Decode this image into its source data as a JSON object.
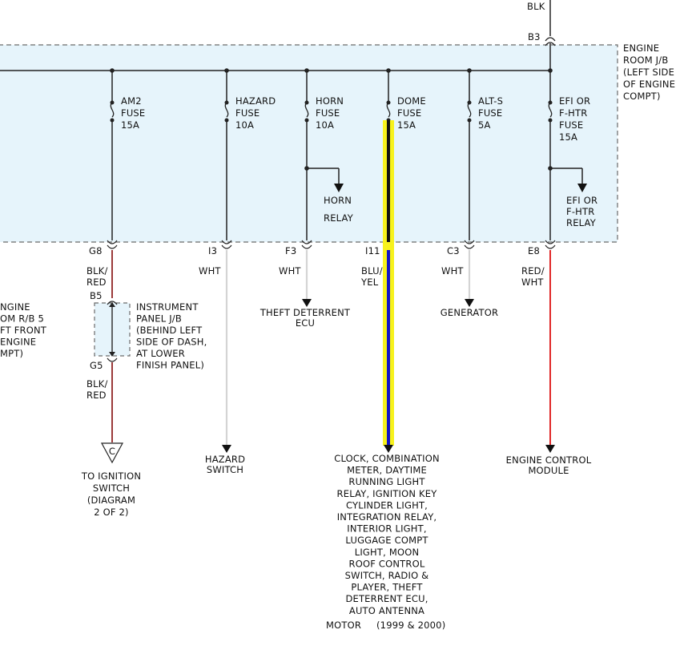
{
  "feed": {
    "wire_color": "BLK",
    "connector": "B3"
  },
  "junction_block": {
    "label_lines": [
      "ENGINE",
      "ROOM J/B",
      "(LEFT SIDE",
      "OF ENGINE",
      "COMPT)"
    ]
  },
  "fuses": [
    {
      "lines": [
        "AM2",
        "FUSE",
        "15A"
      ]
    },
    {
      "lines": [
        "HAZARD",
        "FUSE",
        "10A"
      ]
    },
    {
      "lines": [
        "HORN",
        "FUSE",
        "10A"
      ]
    },
    {
      "lines": [
        "DOME",
        "FUSE",
        "15A"
      ]
    },
    {
      "lines": [
        "ALT-S",
        "FUSE",
        "5A"
      ]
    },
    {
      "lines": [
        "EFI OR",
        "F-HTR",
        "FUSE",
        "15A"
      ]
    }
  ],
  "relays": {
    "horn": [
      "HORN",
      "RELAY"
    ],
    "efi": [
      "EFI OR",
      "F-HTR",
      "RELAY"
    ]
  },
  "connectors": {
    "g8": "G8",
    "i3": "I3",
    "f3": "F3",
    "i11": "I11",
    "c3": "C3",
    "e8": "E8",
    "b5": "B5",
    "g5": "G5"
  },
  "wires": {
    "g8": [
      "BLK/",
      "RED"
    ],
    "i3": "WHT",
    "f3": "WHT",
    "i11": [
      "BLU/",
      "YEL"
    ],
    "c3": "WHT",
    "e8": [
      "RED/",
      "WHT"
    ],
    "g5": [
      "BLK/",
      "RED"
    ]
  },
  "left_partial_lines": [
    "NGINE",
    "OM R/B 5",
    "FT FRONT",
    "ENGINE",
    "MPT)"
  ],
  "instrument_panel_lines": [
    "INSTRUMENT",
    "PANEL J/B",
    "(BEHIND LEFT",
    "SIDE OF DASH,",
    "AT LOWER",
    "FINISH PANEL)"
  ],
  "destinations": {
    "ignition_connector": "C",
    "ignition_lines": [
      "TO IGNITION",
      "SWITCH",
      "(DIAGRAM",
      "2 OF 2)"
    ],
    "hazard_lines": [
      "HAZARD",
      "SWITCH"
    ],
    "theft_lines": [
      "THEFT DETERRENT",
      "ECU"
    ],
    "generator": "GENERATOR",
    "ecm_lines": [
      "ENGINE CONTROL",
      "MODULE"
    ],
    "dome_lines": [
      "CLOCK, COMBINATION",
      "METER, DAYTIME",
      "RUNNING LIGHT",
      "RELAY, IGNITION KEY",
      "CYLINDER LIGHT,",
      "INTEGRATION RELAY,",
      "INTERIOR LIGHT,",
      "LUGGAGE COMPT",
      "LIGHT, MOON",
      "ROOF CONTROL",
      "SWITCH, RADIO &",
      "PLAYER, THEFT",
      "DETERRENT ECU,",
      "AUTO ANTENNA"
    ],
    "dome_last_left": "MOTOR",
    "dome_last_right": "(1999 & 2000)"
  },
  "colors": {
    "box_fill": "#e6f4fb",
    "wire_black": "#222222",
    "wire_white": "#d4d4d4",
    "wire_red": "#dd1111",
    "wire_blk_red": "#9b3a3a",
    "highlight_yellow": "#f7f21c",
    "highlight_blue": "#1414c8"
  }
}
